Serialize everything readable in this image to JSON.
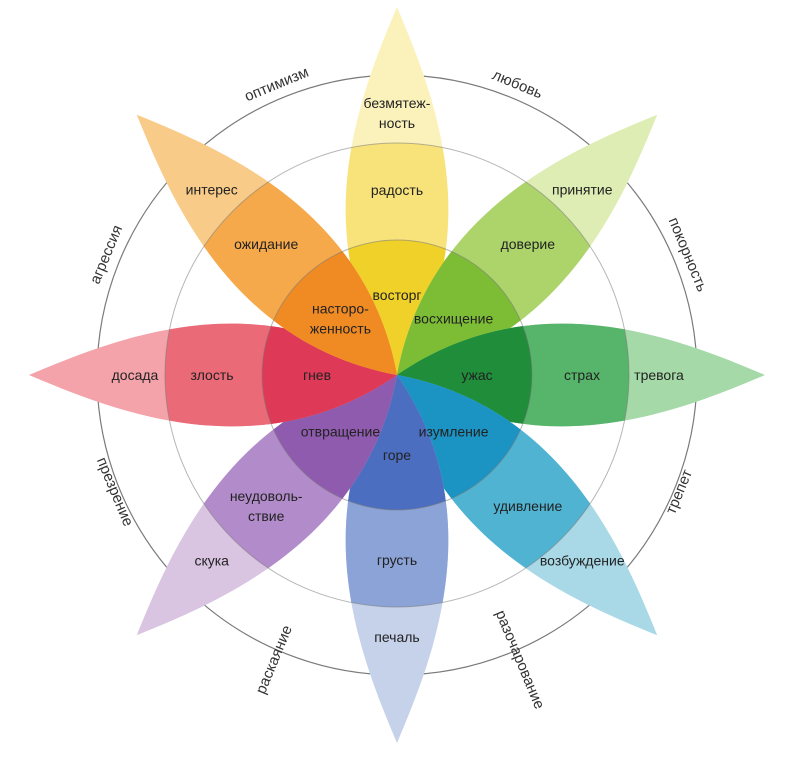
{
  "petals": [
    {
      "key": "joy",
      "colors": [
        "#FBF2BB",
        "#F8E37A",
        "#F0D12A"
      ],
      "labels": [
        {
          "lines": [
            "восторг"
          ]
        },
        {
          "lines": [
            "радость"
          ]
        },
        {
          "lines": [
            "безмятеж-",
            "ность"
          ]
        }
      ]
    },
    {
      "key": "trust",
      "colors": [
        "#DDEDB4",
        "#ACD46B",
        "#7DBD35"
      ],
      "labels": [
        {
          "lines": [
            "восхищение"
          ]
        },
        {
          "lines": [
            "доверие"
          ]
        },
        {
          "lines": [
            "принятие"
          ]
        }
      ]
    },
    {
      "key": "fear",
      "colors": [
        "#A5D9A7",
        "#56B56A",
        "#1F8D3A"
      ],
      "labels": [
        {
          "lines": [
            "ужас"
          ]
        },
        {
          "lines": [
            "страх"
          ]
        },
        {
          "lines": [
            "тревога"
          ]
        }
      ]
    },
    {
      "key": "surprise",
      "colors": [
        "#A9D9E7",
        "#4FB3D1",
        "#1B93C3"
      ],
      "labels": [
        {
          "lines": [
            "изумление"
          ]
        },
        {
          "lines": [
            "удивление"
          ]
        },
        {
          "lines": [
            "возбуждение"
          ]
        }
      ]
    },
    {
      "key": "sadness",
      "colors": [
        "#C6D1EA",
        "#8BA3D6",
        "#4C6EC0"
      ],
      "labels": [
        {
          "lines": [
            "горе"
          ]
        },
        {
          "lines": [
            "грусть"
          ]
        },
        {
          "lines": [
            "печаль"
          ]
        }
      ]
    },
    {
      "key": "disgust",
      "colors": [
        "#D9C4E2",
        "#B28BCB",
        "#8F5BAE"
      ],
      "labels": [
        {
          "lines": [
            "отвращение"
          ]
        },
        {
          "lines": [
            "неудоволь-",
            "ствие"
          ]
        },
        {
          "lines": [
            "скука"
          ]
        }
      ]
    },
    {
      "key": "anger",
      "colors": [
        "#F3A3A9",
        "#EA6A78",
        "#DE3A57"
      ],
      "labels": [
        {
          "lines": [
            "гнев"
          ]
        },
        {
          "lines": [
            "злость"
          ]
        },
        {
          "lines": [
            "досада"
          ]
        }
      ]
    },
    {
      "key": "anticipation",
      "colors": [
        "#F8CB89",
        "#F5A94B",
        "#F08A23"
      ],
      "labels": [
        {
          "lines": [
            "насторо-",
            "женность"
          ]
        },
        {
          "lines": [
            "ожидание"
          ]
        },
        {
          "lines": [
            "интерес"
          ]
        }
      ]
    }
  ],
  "dyads": [
    "любовь",
    "покорность",
    "трепет",
    "разочарование",
    "раскаяние",
    "презрение",
    "агрессия",
    "оптимизм"
  ]
}
